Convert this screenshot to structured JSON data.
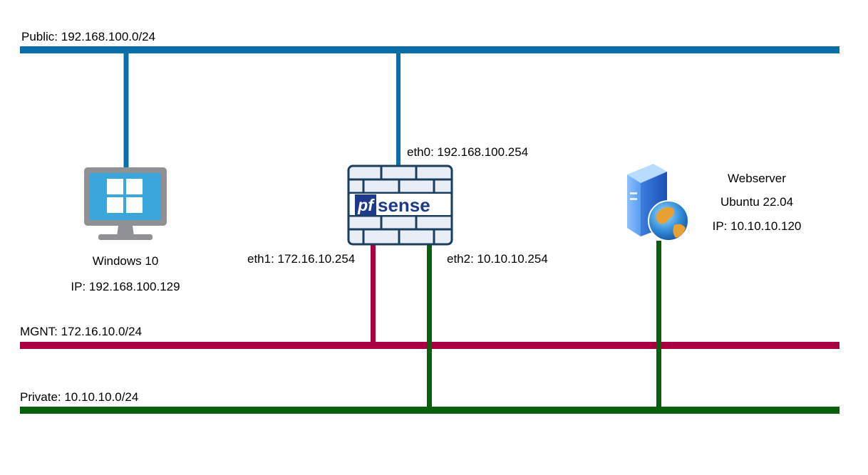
{
  "colors": {
    "public": "#0a6eaa",
    "mgnt": "#a80040",
    "private": "#0b5e0b",
    "firewall_stroke": "#1a3f5e",
    "firewall_fill": "#e9edf5",
    "windows_screen": "#3aa7dc",
    "monitor_frame": "#8f9194"
  },
  "networks": {
    "public": {
      "label": "Public: 192.168.100.0/24"
    },
    "mgnt": {
      "label": "MGNT: 172.16.10.0/24"
    },
    "private": {
      "label": "Private: 10.10.10.0/24"
    }
  },
  "windows": {
    "name": "Windows 10",
    "ip": "IP: 192.168.100.129",
    "icon": "windows-monitor-icon"
  },
  "firewall": {
    "logo_pf": "pf",
    "logo_sense": "sense",
    "icon": "firewall-brick-icon",
    "eth0": "eth0: 192.168.100.254",
    "eth1": "eth1: 172.16.10.254",
    "eth2": "eth2: 10.10.10.254"
  },
  "webserver": {
    "name": "Webserver",
    "os": "Ubuntu 22.04",
    "ip": "IP: 10.10.10.120",
    "icon": "web-server-globe-icon"
  }
}
